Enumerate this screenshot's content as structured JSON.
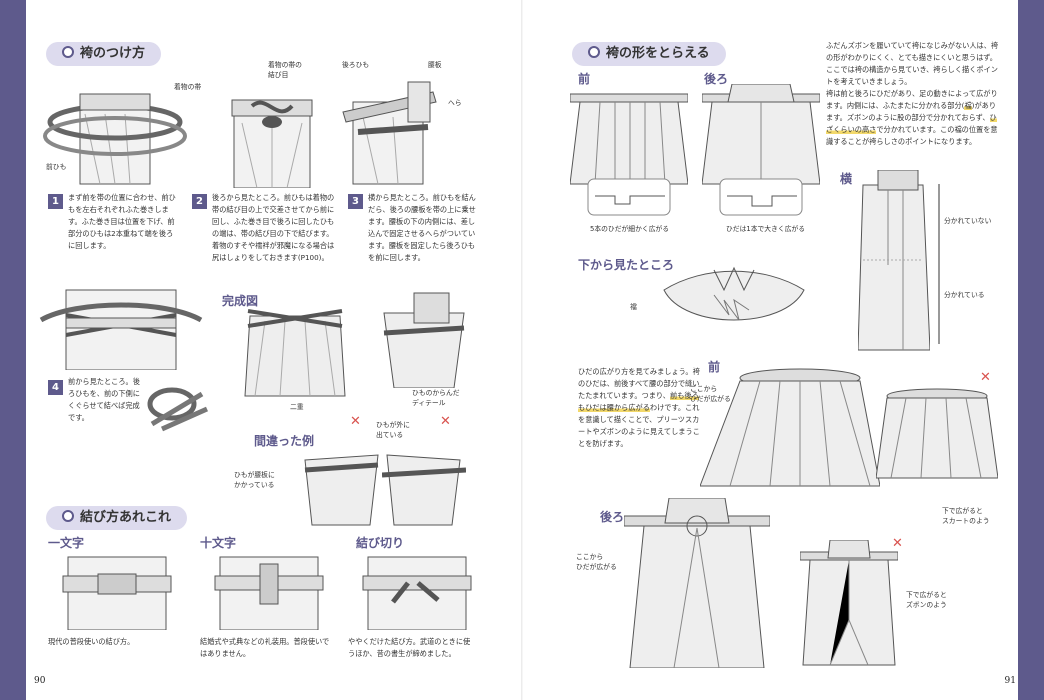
{
  "left": {
    "page_number": "90",
    "sections": {
      "tsukekata": "袴のつけ方",
      "musubikata": "結び方あれこれ"
    },
    "labels": {
      "obi": "着物の帯",
      "maehimo": "前ひも",
      "musubime": "着物の帯の\n結び目",
      "ushirohimo": "後ろひも",
      "koshiita": "腰板",
      "hera": "へら",
      "kanseizu": "完成図",
      "nijuu": "二重",
      "detail": "ひものからんだ\nディテール",
      "machigai": "間違った例",
      "koshiita_kakaru": "ひもが腰板に\nかかっている",
      "himo_soto": "ひもが外に\n出ている"
    },
    "steps": [
      {
        "n": "1",
        "text": "まず前を帯の位置に合わせ、前ひもを左右それぞれふた巻きします。ふた巻き目は位置を下げ、前部分のひもは2本重ねて端を後ろに回します。"
      },
      {
        "n": "2",
        "text": "後ろから見たところ。前ひもは着物の帯の結び目の上で交差させてから前に回し、ふた巻き目で後ろに回したひもの端は、帯の結び目の下で結びます。着物のすそや襦袢が邪魔になる場合は尻はしょりをしておきます(P100)。"
      },
      {
        "n": "3",
        "text": "横から見たところ。前ひもを結んだら、後ろの腰板を帯の上に乗せます。腰板の下の内側には、差し込んで固定させるへらがついています。腰板を固定したら後ろひもを前に回します。"
      },
      {
        "n": "4",
        "text": "前から見たところ。後ろひもを、前の下側にくぐらせて結べば完成です。"
      }
    ],
    "knots": [
      {
        "title": "一文字",
        "text": "現代の普段使いの結び方。"
      },
      {
        "title": "十文字",
        "text": "結婚式や式典などの礼装用。普段使いではありません。"
      },
      {
        "title": "結び切り",
        "text": "ややくだけた結び方。武道のときに使うほか、昔の書生が締めました。"
      }
    ]
  },
  "right": {
    "page_number": "91",
    "section": "袴の形をとらえる",
    "intro": [
      "ふだんズボンを履いていて袴になじみがない人は、袴の形がわかりにくく、とても描きにくいと思うはず。ここでは袴の構造から見ていき、袴らしく描くポイントを考えていきましょう。",
      "袴は前と後ろにひだがあり、足の動きによって広がります。内側には、ふたまたに分かれる部分(",
      "襠",
      ")があります。ズボンのように股の部分で分かれておらず、",
      "ひざくらいの高さ",
      "で分かれています。この襠の位置を意識することが袴らしさのポイントになります。"
    ],
    "mae": "前",
    "ushiro": "後ろ",
    "yoko": "横",
    "shita": "下から見たところ",
    "machi": "襠",
    "cap_mae": "5本のひだが細かく広がる",
    "cap_ushiro": "ひだは1本で大きく広がる",
    "wakarete_inai": "分かれていない",
    "wakarete_iru": "分かれている",
    "hida_text": [
      "ひだの広がり方を見てみましょう。袴のひだは、前後すべて腰の部分で縫いたたまれています。つまり、",
      "前も後ろもひだは腰から広がる",
      "わけです。これを意識して描くことで、プリーツスカートやズボンのように見えてしまうことを防げます。"
    ],
    "mae2": "前",
    "ushiro2": "後ろ",
    "kokokara1": "ここから\nひだが広がる",
    "kokokara2": "ここから\nひだが広がる",
    "skirt": "下で広がると\nスカートのよう",
    "zubon": "下で広がると\nズボンのよう"
  }
}
